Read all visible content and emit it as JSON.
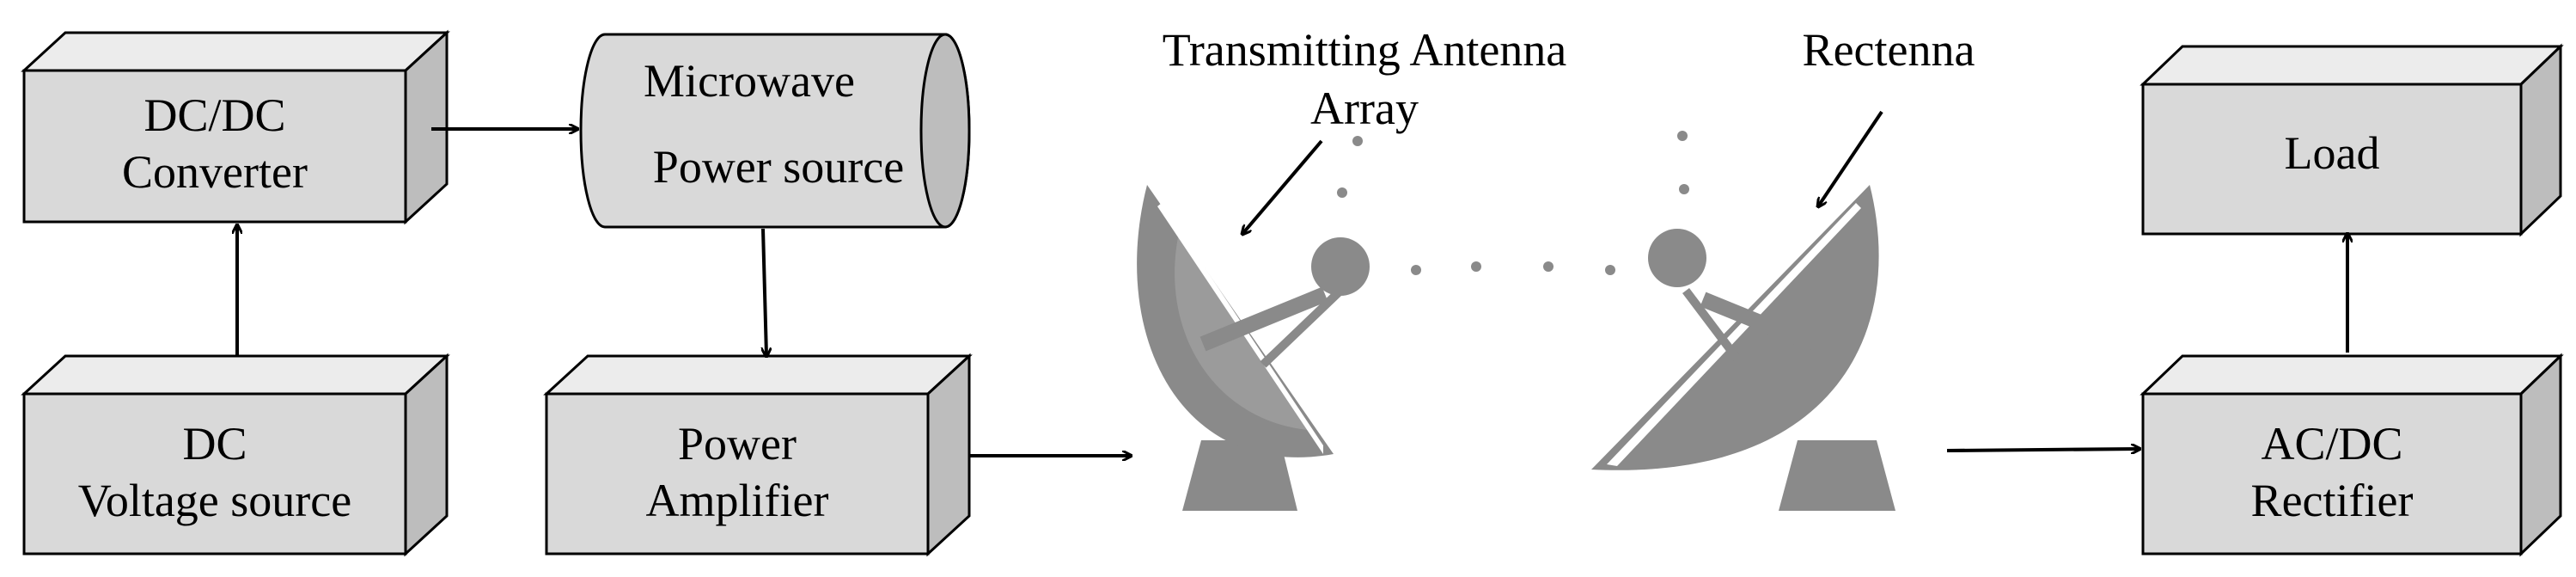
{
  "blocks": {
    "dcdc": {
      "line1": "DC/DC",
      "line2": "Converter"
    },
    "dc_source": {
      "line1": "DC",
      "line2": "Voltage source"
    },
    "microwave": {
      "line1": "Microwave",
      "line2": "Power source"
    },
    "amplifier": {
      "line1": "Power",
      "line2": "Amplifier"
    },
    "load": {
      "line1": "Load"
    },
    "rectifier": {
      "line1": "AC/DC",
      "line2": "Rectifier"
    }
  },
  "labels": {
    "tx_antenna_line1": "Transmitting Antenna",
    "tx_antenna_line2": "Array",
    "rectenna": "Rectenna"
  },
  "colors": {
    "block_front": "#d9d9d9",
    "block_top": "#ececec",
    "block_side": "#bdbdbd",
    "dish": "#8a8a8a"
  },
  "icons": {
    "transmitter": "satellite-dish-icon",
    "receiver": "satellite-dish-icon"
  }
}
